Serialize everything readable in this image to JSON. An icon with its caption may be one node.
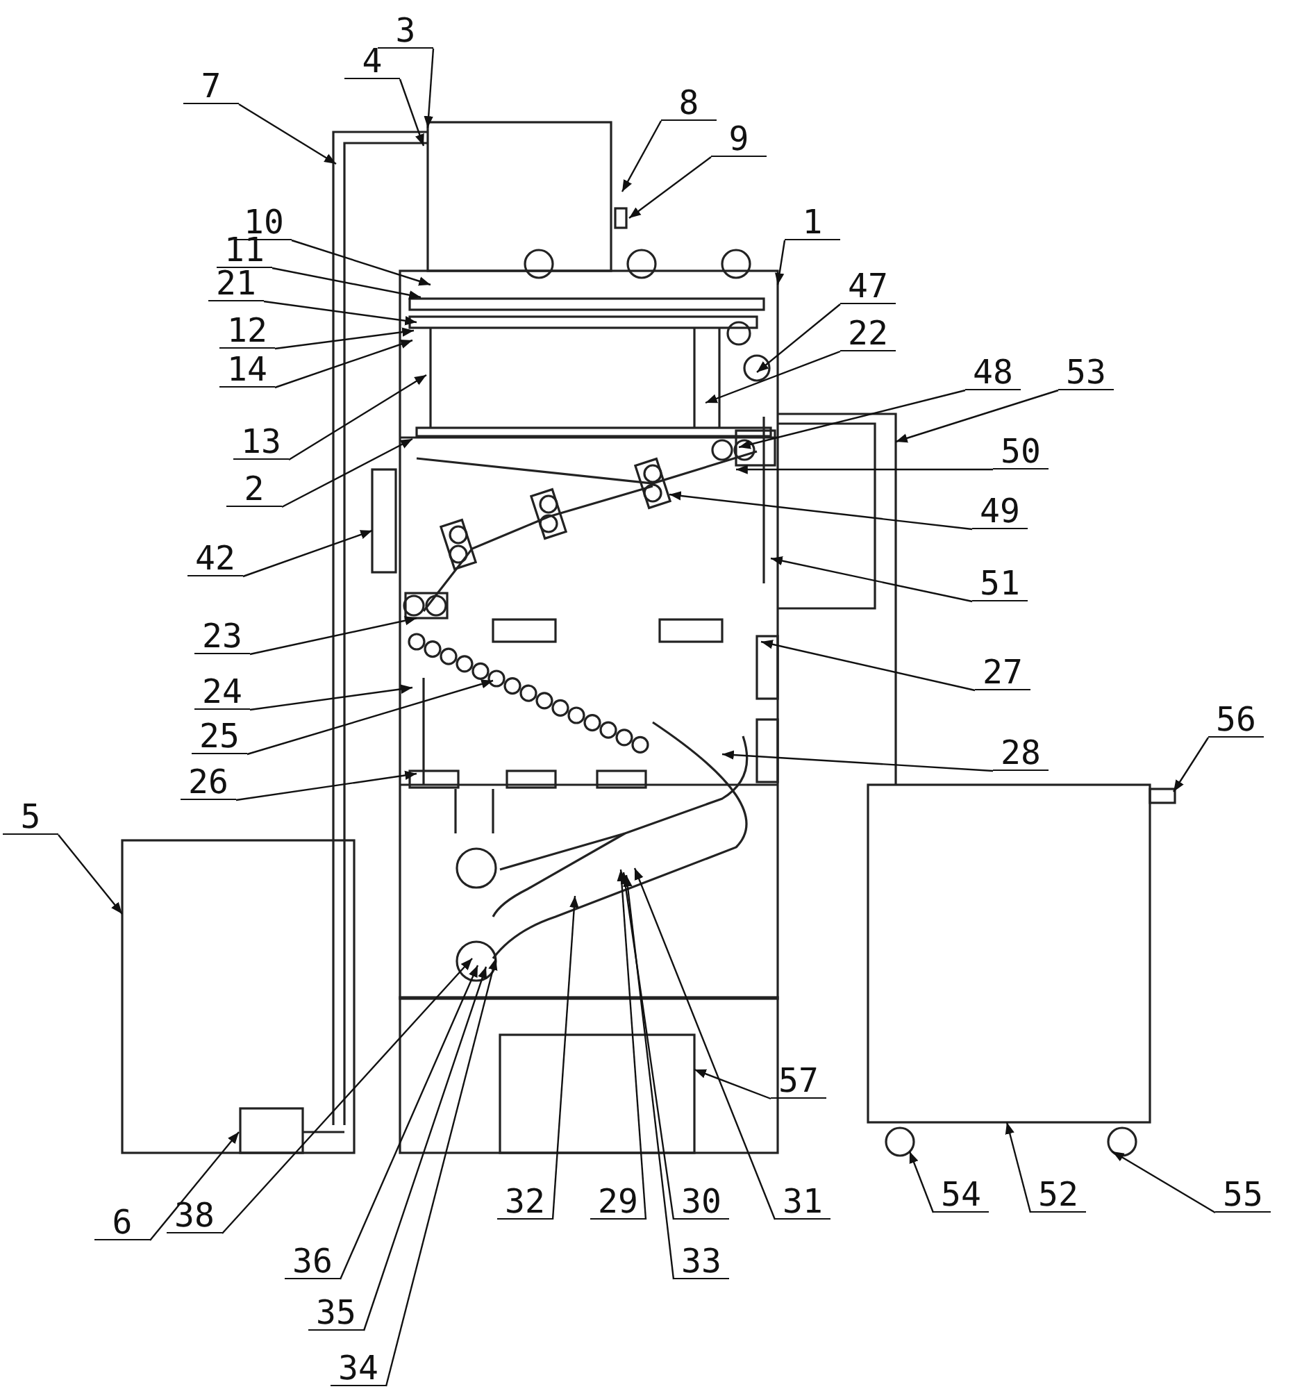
{
  "diagram": {
    "nodes": [
      {
        "text": [
          "3"
        ]
      },
      {
        "text": [
          "4"
        ]
      },
      {
        "text": [
          "7"
        ]
      },
      {
        "text": [
          "8"
        ]
      },
      {
        "text": [
          "9"
        ]
      },
      {
        "text": [
          "10"
        ]
      },
      {
        "text": [
          "11"
        ]
      },
      {
        "text": [
          "21"
        ]
      },
      {
        "text": [
          "1"
        ]
      },
      {
        "text": [
          "12"
        ]
      },
      {
        "text": [
          "14"
        ]
      },
      {
        "text": [
          "47"
        ]
      },
      {
        "text": [
          "22"
        ]
      },
      {
        "text": [
          "13"
        ]
      },
      {
        "text": [
          "48"
        ]
      },
      {
        "text": [
          "53"
        ]
      },
      {
        "text": [
          "2"
        ]
      },
      {
        "text": [
          "50"
        ]
      },
      {
        "text": [
          "42"
        ]
      },
      {
        "text": [
          "49"
        ]
      },
      {
        "text": [
          "51"
        ]
      },
      {
        "text": [
          "23"
        ]
      },
      {
        "text": [
          "27"
        ]
      },
      {
        "text": [
          "24"
        ]
      },
      {
        "text": [
          "25"
        ]
      },
      {
        "text": [
          "56"
        ]
      },
      {
        "text": [
          "28"
        ]
      },
      {
        "text": [
          "26"
        ]
      },
      {
        "text": [
          "5"
        ]
      },
      {
        "text": [
          "57"
        ]
      },
      {
        "text": [
          "54"
        ]
      },
      {
        "text": [
          "52"
        ]
      },
      {
        "text": [
          "55"
        ]
      },
      {
        "text": [
          "6"
        ]
      },
      {
        "text": [
          "38"
        ]
      },
      {
        "text": [
          "32"
        ]
      },
      {
        "text": [
          "29"
        ]
      },
      {
        "text": [
          "30"
        ]
      },
      {
        "text": [
          "31"
        ]
      },
      {
        "text": [
          "36"
        ]
      },
      {
        "text": [
          "33"
        ]
      },
      {
        "text": [
          "35"
        ]
      },
      {
        "text": [
          "34"
        ]
      },
      {
        "text": [],
        "shape": "circle"
      },
      {
        "text": [],
        "shape": "circle"
      }
    ],
    "edges": [
      {
        "from": 0,
        "to": null,
        "arrow": "to"
      },
      {
        "from": 1,
        "to": null,
        "arrow": "to"
      },
      {
        "from": 2,
        "to": null,
        "arrow": "to"
      },
      {
        "from": 3,
        "to": null,
        "arrow": "to"
      },
      {
        "from": 4,
        "to": null,
        "arrow": "to"
      },
      {
        "from": 5,
        "to": null,
        "arrow": "to"
      },
      {
        "from": 6,
        "to": null,
        "arrow": "to"
      },
      {
        "from": 7,
        "to": null,
        "arrow": "to"
      },
      {
        "from": 8,
        "to": null,
        "arrow": "to"
      },
      {
        "from": 9,
        "to": null,
        "arrow": "to"
      },
      {
        "from": 10,
        "to": null,
        "arrow": "to"
      },
      {
        "from": 11,
        "to": null,
        "arrow": "to"
      },
      {
        "from": 12,
        "to": null,
        "arrow": "to"
      },
      {
        "from": 13,
        "to": null,
        "arrow": "to"
      },
      {
        "from": 14,
        "to": null,
        "arrow": "to"
      },
      {
        "from": 15,
        "to": null,
        "arrow": "to"
      },
      {
        "from": 16,
        "to": null,
        "arrow": "to"
      },
      {
        "from": 17,
        "to": null,
        "arrow": "to"
      },
      {
        "from": 18,
        "to": null,
        "arrow": "to"
      },
      {
        "from": 19,
        "to": null,
        "arrow": "to"
      },
      {
        "from": 20,
        "to": null,
        "arrow": "to"
      },
      {
        "from": 21,
        "to": null,
        "arrow": "to"
      },
      {
        "from": 22,
        "to": null,
        "arrow": "to"
      },
      {
        "from": 23,
        "to": null,
        "arrow": "to"
      },
      {
        "from": 24,
        "to": null,
        "arrow": "to"
      },
      {
        "from": 25,
        "to": null,
        "arrow": "to"
      },
      {
        "from": 26,
        "to": null,
        "arrow": "to"
      },
      {
        "from": 27,
        "to": null,
        "arrow": "to"
      },
      {
        "from": 28,
        "to": null,
        "arrow": "to"
      },
      {
        "from": 29,
        "to": null,
        "arrow": "to"
      },
      {
        "from": 30,
        "to": 43,
        "arrow": "to"
      },
      {
        "from": 31,
        "to": null,
        "arrow": "to"
      },
      {
        "from": 32,
        "to": 44,
        "arrow": "to"
      },
      {
        "from": 33,
        "to": null,
        "arrow": "to"
      },
      {
        "from": 34,
        "to": null,
        "arrow": "to"
      },
      {
        "from": 35,
        "to": null,
        "arrow": "to"
      },
      {
        "from": 36,
        "to": null,
        "arrow": "to"
      },
      {
        "from": 37,
        "to": null,
        "arrow": "to"
      },
      {
        "from": 38,
        "to": null,
        "arrow": "to"
      },
      {
        "from": 39,
        "to": null,
        "arrow": "to"
      },
      {
        "from": 40,
        "to": null,
        "arrow": "to"
      },
      {
        "from": 41,
        "to": null,
        "arrow": "to"
      },
      {
        "from": 42,
        "to": null,
        "arrow": "to"
      }
    ]
  }
}
